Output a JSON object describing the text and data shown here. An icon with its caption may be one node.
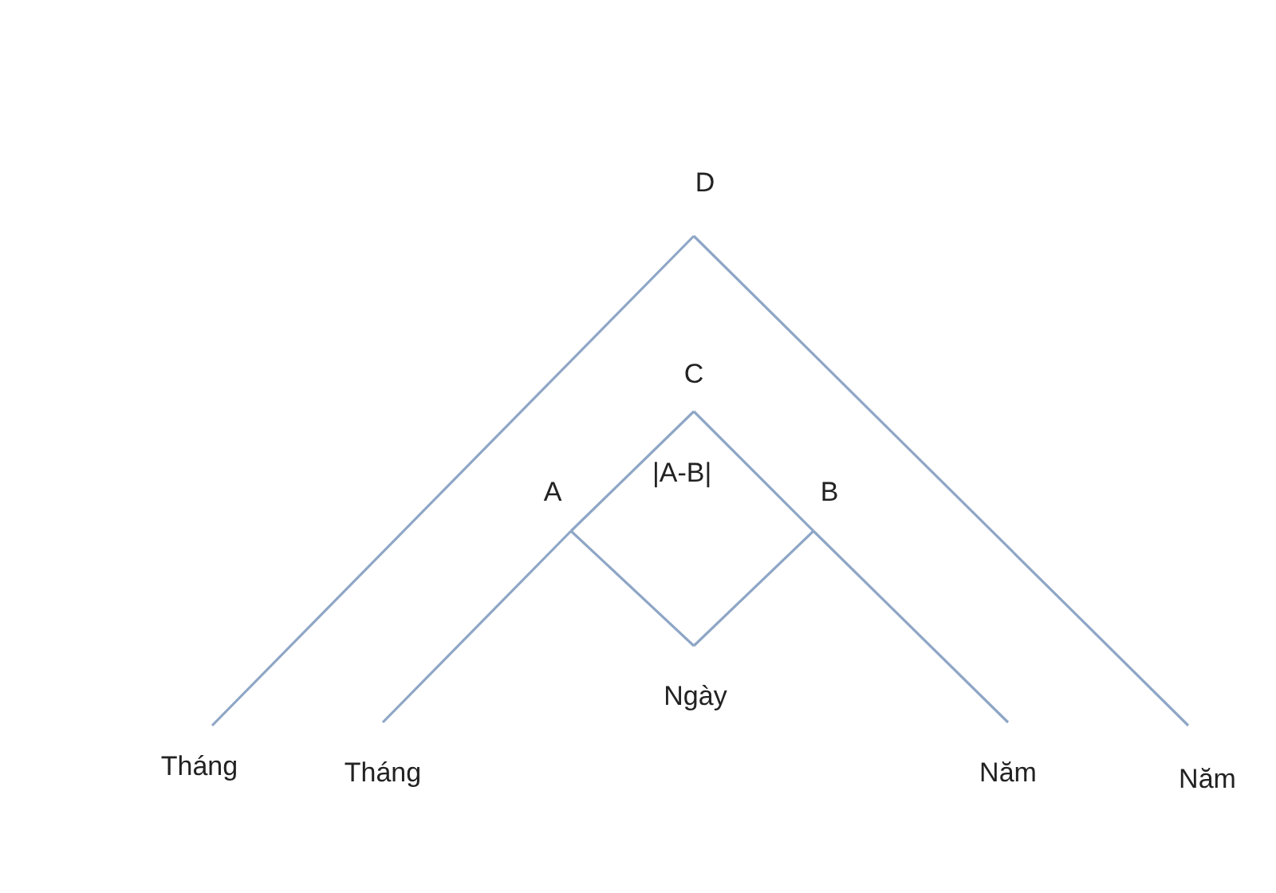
{
  "diagram": {
    "nodes": [
      {
        "text": [
          "D"
        ]
      },
      {
        "text": [
          "C"
        ]
      },
      {
        "text": [
          "A"
        ]
      },
      {
        "text": [
          "B"
        ]
      },
      {
        "text": [
          "Ngày"
        ]
      },
      {
        "text": [
          "Tháng"
        ]
      },
      {
        "text": [
          "Tháng"
        ]
      },
      {
        "text": [
          "Năm"
        ]
      },
      {
        "text": [
          "Năm"
        ]
      }
    ],
    "edges": [
      {
        "from": 5,
        "to": 0,
        "arrow": "none"
      },
      {
        "from": 0,
        "to": 8,
        "arrow": "none"
      },
      {
        "from": 6,
        "to": 2,
        "arrow": "none"
      },
      {
        "from": 2,
        "to": 1,
        "arrow": "none"
      },
      {
        "from": 1,
        "to": 3,
        "arrow": "none"
      },
      {
        "from": 3,
        "to": 7,
        "arrow": "none"
      },
      {
        "from": 2,
        "to": 4,
        "arrow": "none"
      },
      {
        "from": 4,
        "to": 3,
        "arrow": "none"
      }
    ],
    "labels": [
      "|A-B|"
    ]
  }
}
